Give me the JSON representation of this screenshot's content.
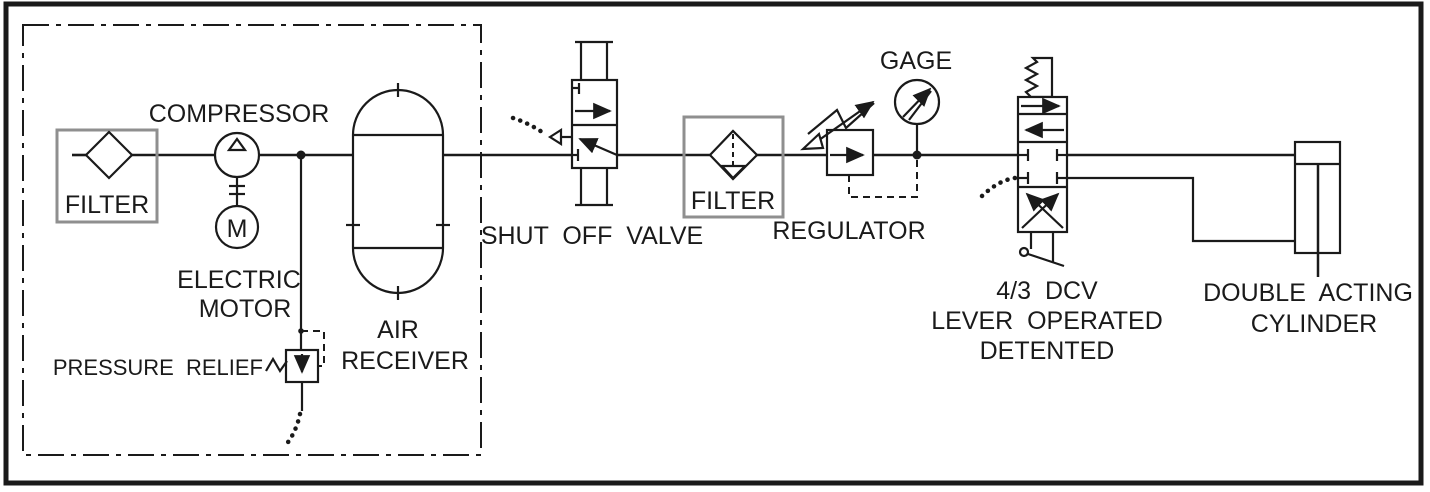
{
  "diagram": {
    "type": "pneumatic-circuit-schematic",
    "colors": {
      "line_color": "#1a1a1a",
      "filter_box_color": "#8f8f8f",
      "background_color": "#ffffff"
    },
    "components": {
      "intake_filter": {
        "label": "FILTER"
      },
      "compressor": {
        "label": "COMPRESSOR"
      },
      "electric_motor": {
        "symbol": "M",
        "label_line1": "ELECTRIC",
        "label_line2": "MOTOR"
      },
      "pressure_relief": {
        "label": "PRESSURE RELIEF"
      },
      "air_receiver": {
        "label_line1": "AIR",
        "label_line2": "RECEIVER"
      },
      "shut_off_valve": {
        "label": "SHUT OFF VALVE"
      },
      "line_filter": {
        "label": "FILTER"
      },
      "regulator": {
        "label": "REGULATOR"
      },
      "gage": {
        "label": "GAGE"
      },
      "directional_control_valve": {
        "label_line1": "4/3 DCV",
        "label_line2": "LEVER OPERATED",
        "label_line3": "DETENTED"
      },
      "cylinder": {
        "label_line1": "DOUBLE ACTING",
        "label_line2": "CYLINDER"
      }
    }
  }
}
